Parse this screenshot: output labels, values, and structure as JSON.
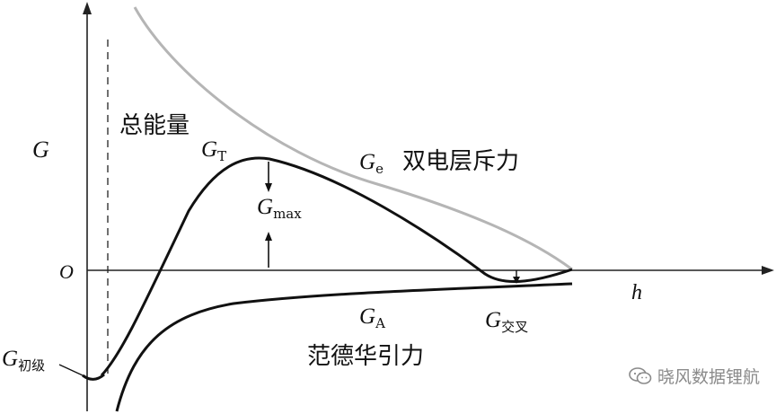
{
  "labels": {
    "y_axis": "G",
    "x_axis": "h",
    "origin": "O",
    "total_energy": "总能量",
    "gt_main": "G",
    "gt_sub": "T",
    "gmax_main": "G",
    "gmax_sub": "max",
    "ge_main": "G",
    "ge_sub": "e",
    "repulsion": "双电层斥力",
    "ga_main": "G",
    "ga_sub": "A",
    "attraction": "范德华引力",
    "cross_main": "G",
    "cross_sub": "交叉",
    "initial_main": "G",
    "initial_sub": "初级"
  },
  "watermark": {
    "text": "晓风数据锂航",
    "icon": "wechat-icon"
  },
  "colors": {
    "curve": "#111111",
    "repulsion_curve": "#b5b5b5",
    "axis": "#222222",
    "watermark": "#8a8a8a"
  }
}
